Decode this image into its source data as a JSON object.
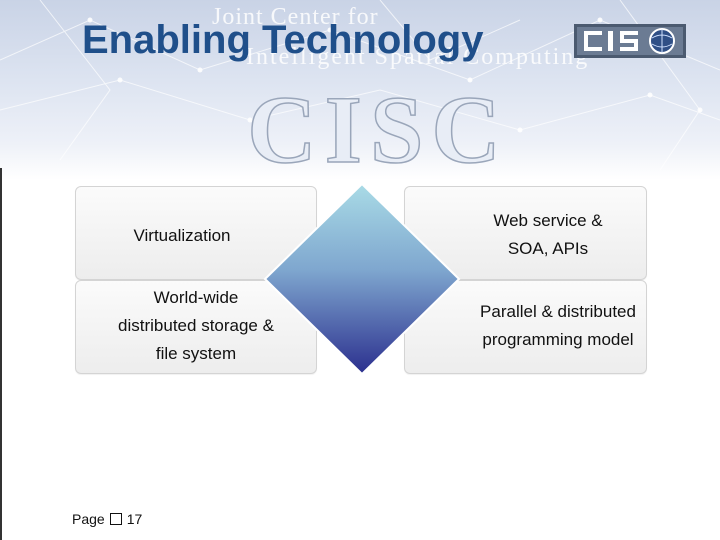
{
  "slide": {
    "title": "Enabling Technology",
    "watermark": {
      "line1": "Joint Center for",
      "line2": "Intelligent Spatial Computing",
      "logo_letters": "CISC"
    }
  },
  "quadrants": {
    "top_left": "Virtualization",
    "bottom_left": [
      "World-wide",
      "distributed storage &",
      "file system"
    ],
    "top_right": [
      "Web service &",
      "SOA, APIs"
    ],
    "bottom_right": [
      "Parallel & distributed",
      "programming model"
    ]
  },
  "footer": {
    "page_label": "Page",
    "page_number": "17"
  },
  "colors": {
    "title": "#1f4f8a",
    "diamond_top": "#a9dbe6",
    "diamond_bottom": "#2b2f8e",
    "header_band": "#c9d3e6"
  },
  "icons": {
    "corner_logo": "cisc-logo",
    "footer_box": "page-box-glyph"
  }
}
